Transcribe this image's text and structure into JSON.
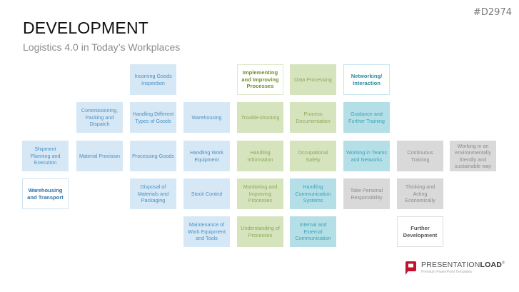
{
  "slide_id": "#D2974",
  "header": {
    "title": "DEVELOPMENT",
    "subtitle": "Logistics 4.0 in Today’s Workplaces"
  },
  "colors": {
    "blue_fill": "#d6e8f6",
    "green_fill": "#d6e4bd",
    "teal_fill": "#b5dfe7",
    "gray_fill": "#d9d9d9",
    "logo_red": "#c8102e"
  },
  "boxes": [
    {
      "id": "incoming-goods-inspection",
      "label": "Incoming Goods Inspection",
      "style": "blue",
      "col": 2,
      "row": 0
    },
    {
      "id": "implementing-improving-processes",
      "label": "Implementing and Improving Processes",
      "style": "hdr-green",
      "col": 4,
      "row": 0
    },
    {
      "id": "data-processing",
      "label": "Data Processing",
      "style": "green",
      "col": 5,
      "row": 0
    },
    {
      "id": "networking-interaction",
      "label": "Networking/ Interaction",
      "style": "hdr-teal",
      "col": 6,
      "row": 0
    },
    {
      "id": "commissioning-packing-dispatch",
      "label": "Commissioning, Packing and Dispatch",
      "style": "blue",
      "col": 1,
      "row": 1
    },
    {
      "id": "handling-different-types-of-goods",
      "label": "Handling Different Types of Goods",
      "style": "blue",
      "col": 2,
      "row": 1
    },
    {
      "id": "warehousing",
      "label": "Warehousing",
      "style": "blue",
      "col": 3,
      "row": 1
    },
    {
      "id": "trouble-shooting",
      "label": "Trouble-shooting",
      "style": "green",
      "col": 4,
      "row": 1
    },
    {
      "id": "process-documentation",
      "label": "Process Documentation",
      "style": "green",
      "col": 5,
      "row": 1
    },
    {
      "id": "guidance-further-training",
      "label": "Guidance and Further Training",
      "style": "teal",
      "col": 6,
      "row": 1
    },
    {
      "id": "shipment-planning-execution",
      "label": "Shipment Planning and Execution",
      "style": "blue",
      "col": 0,
      "row": 2
    },
    {
      "id": "material-provision",
      "label": "Material Provision",
      "style": "blue",
      "col": 1,
      "row": 2
    },
    {
      "id": "processing-goods",
      "label": "Processing Goods",
      "style": "blue",
      "col": 2,
      "row": 2
    },
    {
      "id": "handling-work-equipment",
      "label": "Handling Work Equipment",
      "style": "blue",
      "col": 3,
      "row": 2
    },
    {
      "id": "handling-information",
      "label": "Handling Information",
      "style": "green",
      "col": 4,
      "row": 2
    },
    {
      "id": "occupational-safety",
      "label": "Occupational Safety",
      "style": "green",
      "col": 5,
      "row": 2
    },
    {
      "id": "working-teams-networks",
      "label": "Working in Teams and Networks",
      "style": "teal",
      "col": 6,
      "row": 2
    },
    {
      "id": "continuous-training",
      "label": "Continuous Training",
      "style": "gray",
      "col": 7,
      "row": 2
    },
    {
      "id": "working-environmentally",
      "label": "Working in an environmentally friendly and sustainable way",
      "style": "gray",
      "col": 8,
      "row": 2
    },
    {
      "id": "warehousing-and-transport",
      "label": "Warehousing and Transport",
      "style": "hdr-blue",
      "col": 0,
      "row": 3
    },
    {
      "id": "disposal-materials-packaging",
      "label": "Disposal of Materials and Packaging",
      "style": "blue",
      "col": 2,
      "row": 3
    },
    {
      "id": "stock-control",
      "label": "Stock Control",
      "style": "blue",
      "col": 3,
      "row": 3
    },
    {
      "id": "monitoring-improving-processes",
      "label": "Monitoring and Improving Processes",
      "style": "green",
      "col": 4,
      "row": 3
    },
    {
      "id": "handling-communication-systems",
      "label": "Handling Communication Systems",
      "style": "teal",
      "col": 5,
      "row": 3
    },
    {
      "id": "take-personal-responsibility",
      "label": "Take Personal Responsibility",
      "style": "gray",
      "col": 6,
      "row": 3
    },
    {
      "id": "thinking-acting-economically",
      "label": "Thinking and Acting Economically",
      "style": "gray",
      "col": 7,
      "row": 3
    },
    {
      "id": "maintenance-work-equipment-tools",
      "label": "Maintenance of Work Equipment and Tools",
      "style": "blue",
      "col": 3,
      "row": 4
    },
    {
      "id": "understanding-of-processes",
      "label": "Understanding of Processes",
      "style": "green",
      "col": 4,
      "row": 4
    },
    {
      "id": "internal-external-communication",
      "label": "Internal and External Communication",
      "style": "teal",
      "col": 5,
      "row": 4
    },
    {
      "id": "further-development",
      "label": "Further Development",
      "style": "hdr-gray",
      "col": 7,
      "row": 4
    }
  ],
  "logo": {
    "name_light": "PRESENTATION",
    "name_bold": "LOAD",
    "registered": "®",
    "tagline": "Premium PowerPoint Templates"
  }
}
